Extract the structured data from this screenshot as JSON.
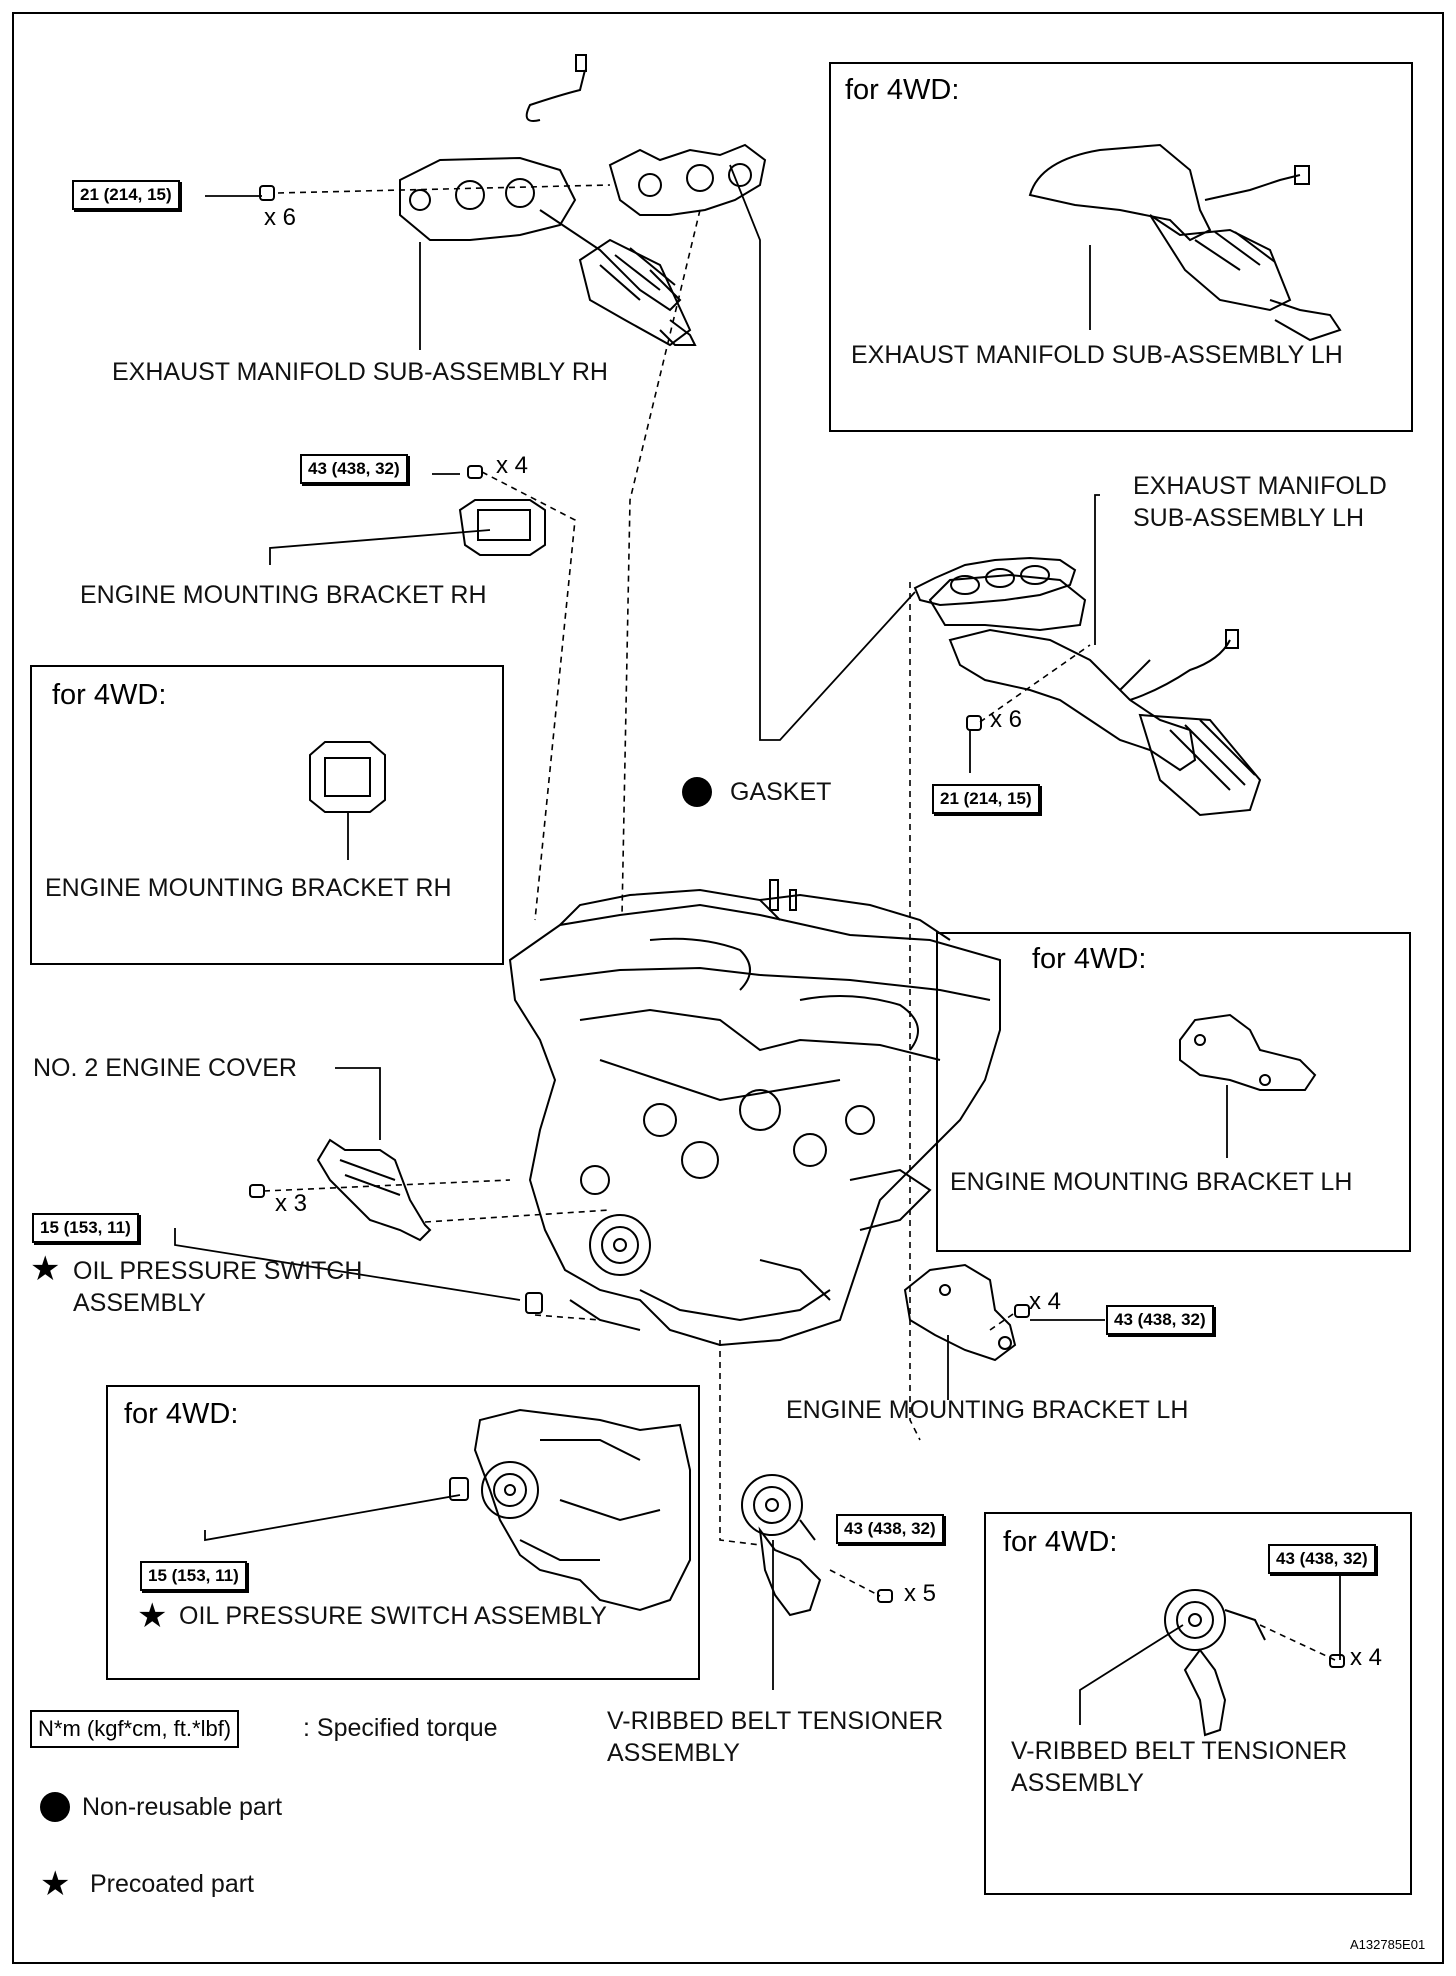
{
  "document_code": "A132785E01",
  "for_4wd": "for 4WD:",
  "labels": {
    "exhaust_rh": "EXHAUST MANIFOLD SUB-ASSEMBLY RH",
    "exhaust_lh": "EXHAUST MANIFOLD SUB-ASSEMBLY LH",
    "exhaust_lh_line1": "EXHAUST MANIFOLD",
    "exhaust_lh_line2": "SUB-ASSEMBLY LH",
    "bracket_rh": "ENGINE MOUNTING BRACKET RH",
    "bracket_lh": "ENGINE MOUNTING BRACKET LH",
    "gasket": "GASKET",
    "engine_cover": "NO. 2 ENGINE COVER",
    "oil_switch_line1": "OIL PRESSURE SWITCH",
    "oil_switch_line2": "ASSEMBLY",
    "oil_switch": "OIL PRESSURE SWITCH ASSEMBLY",
    "tensioner_line1": "V-RIBBED BELT TENSIONER",
    "tensioner_line2": "ASSEMBLY"
  },
  "torques": {
    "t21": "21 (214, 15)",
    "t43": "43 (438, 32)",
    "t15": "15 (153, 11)"
  },
  "quantities": {
    "x6": "x 6",
    "x4": "x 4",
    "x3": "x 3",
    "x5": "x 5"
  },
  "legend": {
    "torque_box": "N*m (kgf*cm, ft.*lbf)",
    "torque_text": ": Specified torque",
    "non_reusable": "Non-reusable part",
    "precoated": "Precoated part"
  }
}
